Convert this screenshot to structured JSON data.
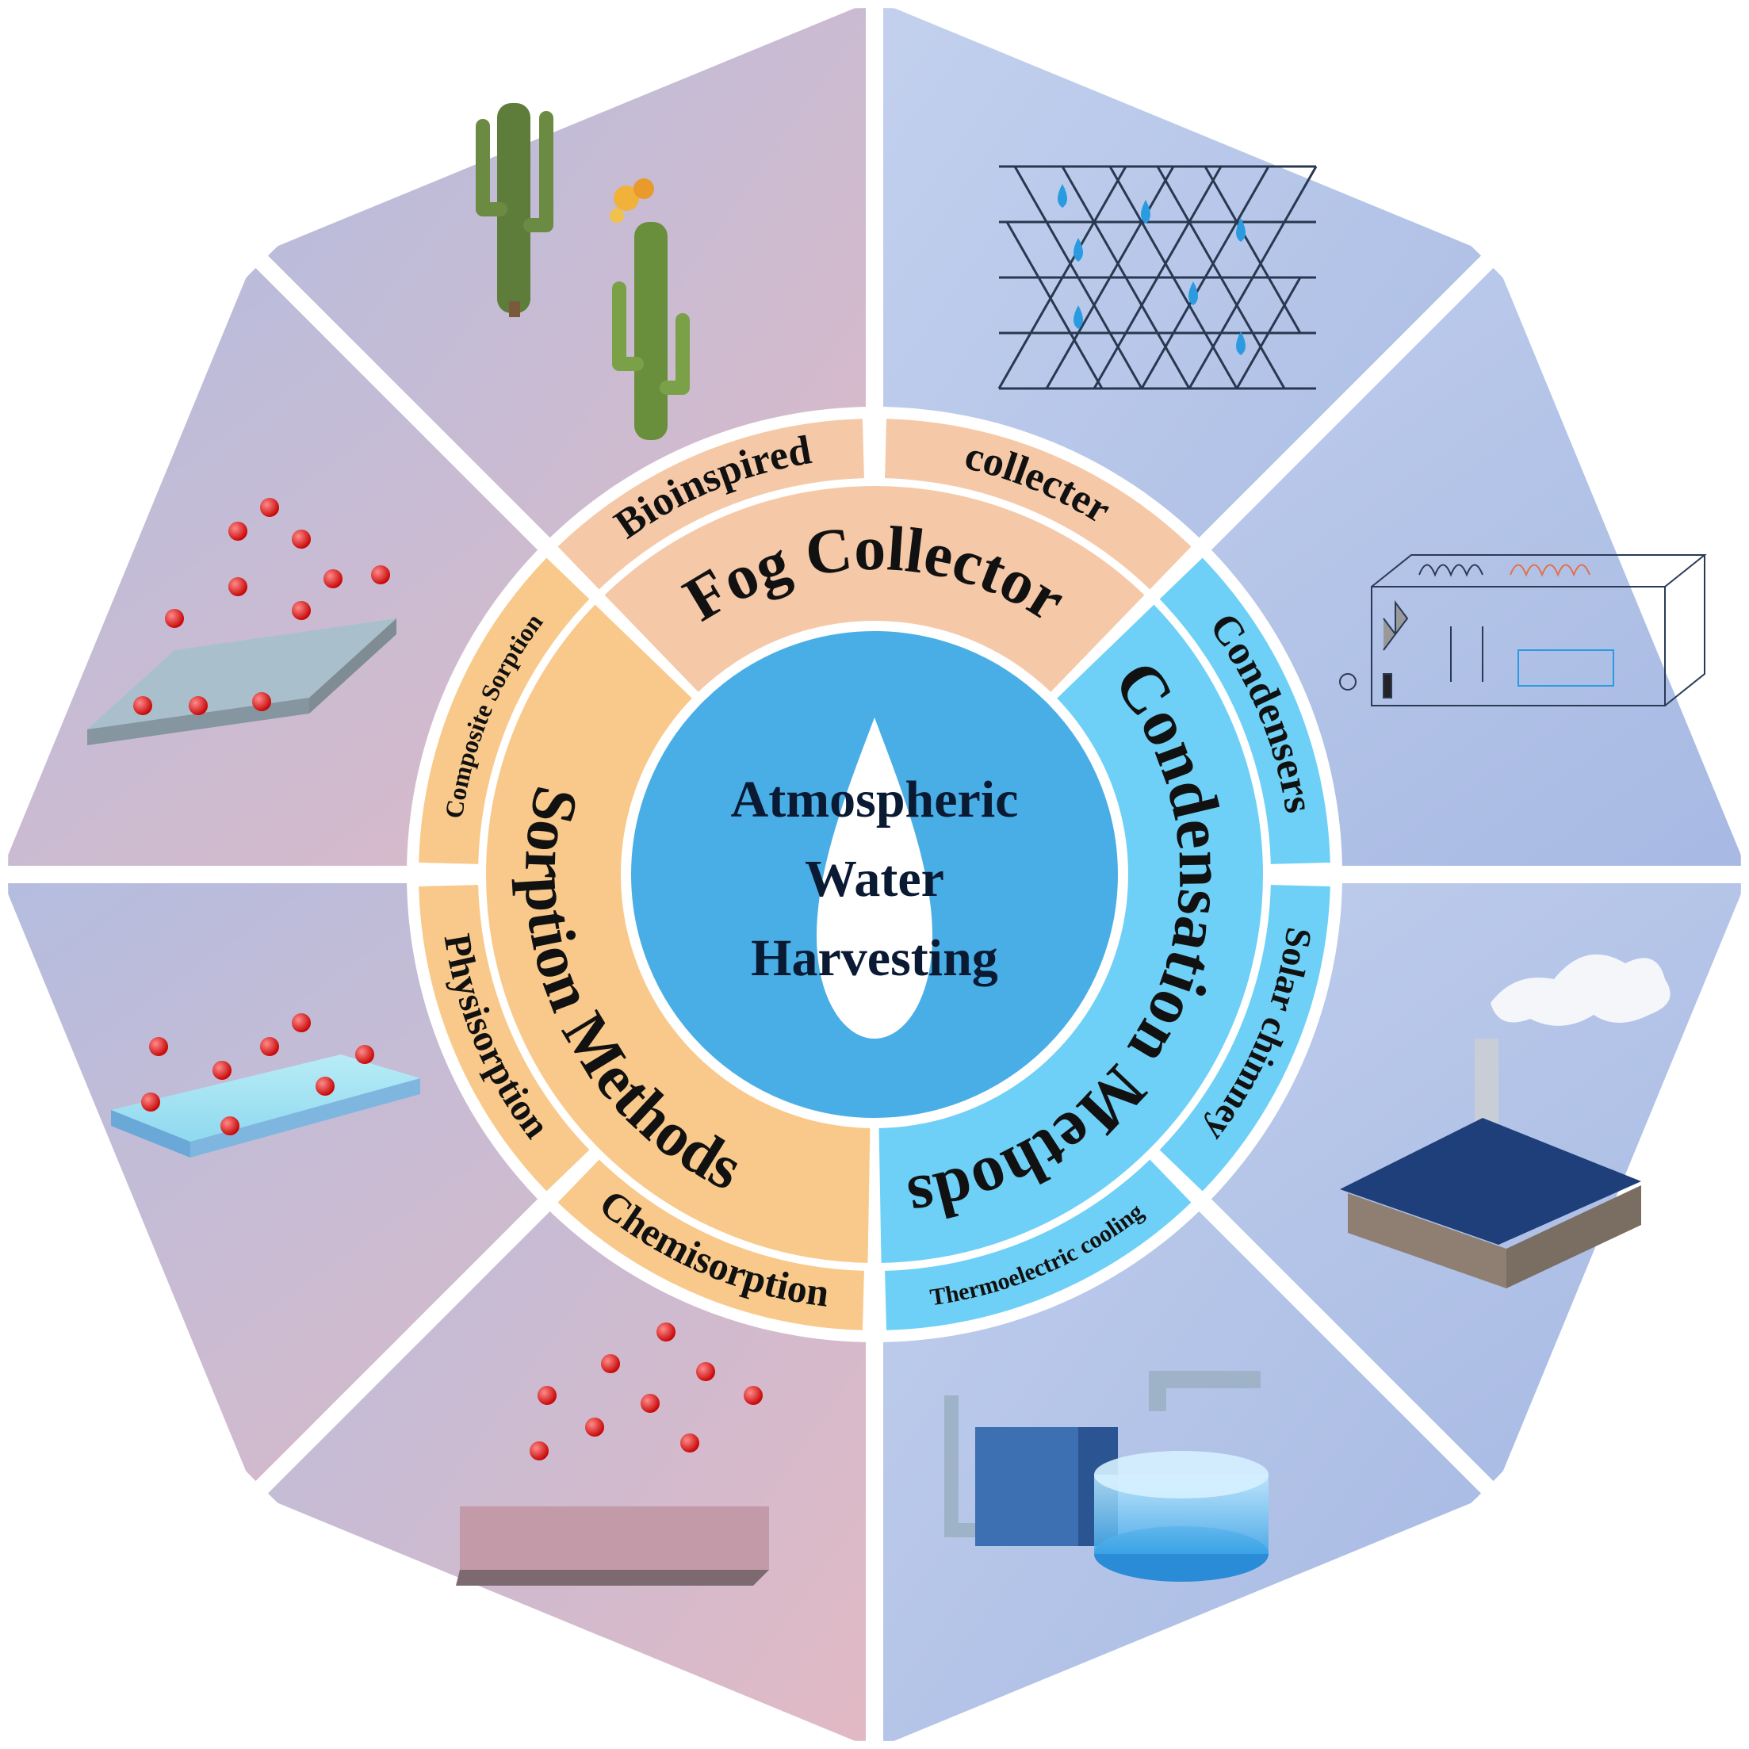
{
  "center": {
    "title_lines": [
      "Atmospheric",
      "Water",
      "Harvesting"
    ]
  },
  "methods": {
    "fog": "Fog Collector",
    "condensation": "Condensation Methods",
    "sorption": "Sorption Methods"
  },
  "techniques": {
    "bioinspired": "Bioinspired",
    "collecter": "collecter",
    "condensers": "Condensers",
    "solar_chimney": "Solar chimney",
    "thermoelectric": "Thermoelectric cooling",
    "chemisorption": "Chemisorption",
    "physisorption": "Physisorption",
    "composite_sorption": "Composite Sorption"
  },
  "colors": {
    "fog": "#f5c9a8",
    "condensation": "#6ed0f6",
    "sorption": "#f8c98a",
    "core": "#4aaee6",
    "separator": "#ffffff"
  }
}
